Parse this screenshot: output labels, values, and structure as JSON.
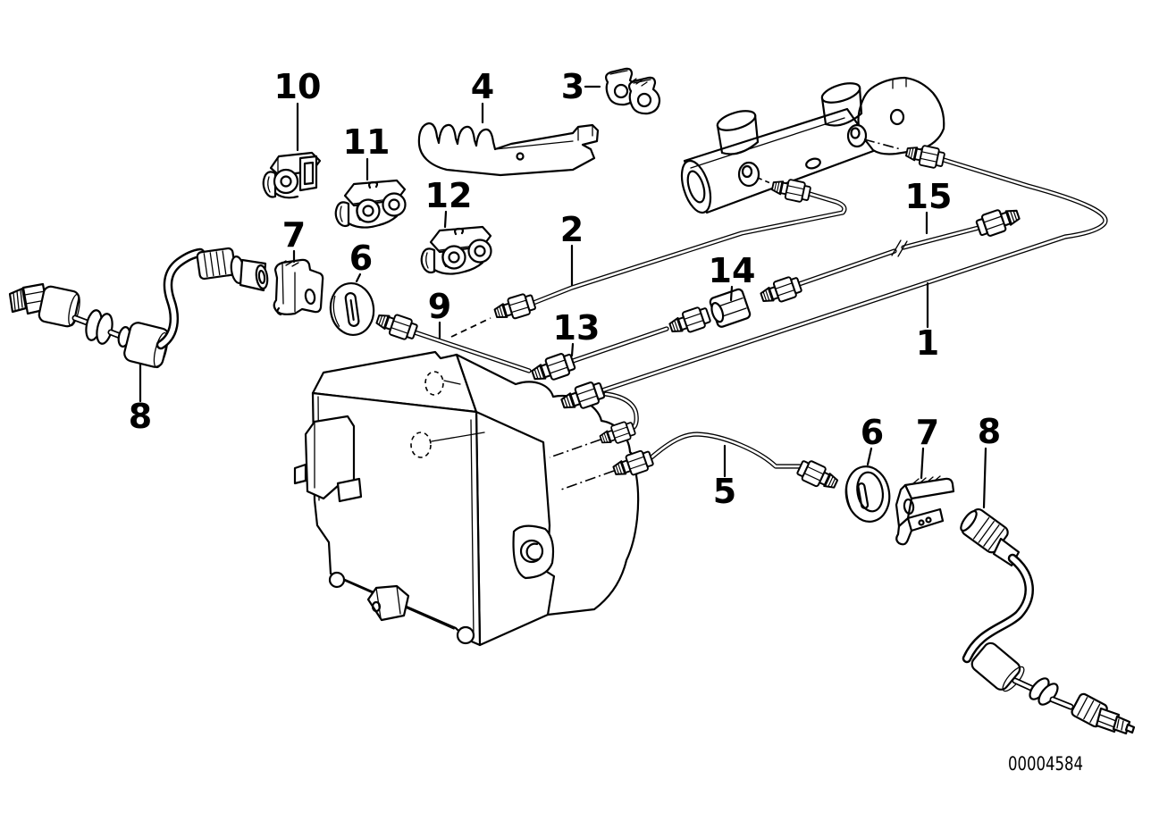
{
  "colors": {
    "line": "#000000",
    "background": "#ffffff"
  },
  "image_id": "00004584",
  "callouts": [
    {
      "label": "10"
    },
    {
      "label": "11"
    },
    {
      "label": "4"
    },
    {
      "label": "3"
    },
    {
      "label": "12"
    },
    {
      "label": "7"
    },
    {
      "label": "6"
    },
    {
      "label": "2"
    },
    {
      "label": "9"
    },
    {
      "label": "13"
    },
    {
      "label": "14"
    },
    {
      "label": "15"
    },
    {
      "label": "1"
    },
    {
      "label": "8"
    },
    {
      "label": "5"
    },
    {
      "label": "6"
    },
    {
      "label": "7"
    },
    {
      "label": "8"
    }
  ]
}
